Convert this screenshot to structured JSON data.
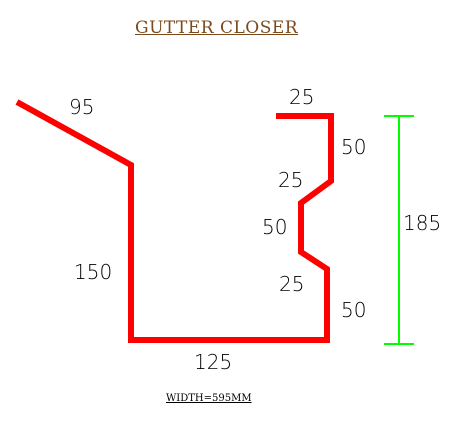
{
  "title": "GUTTER CLOSER",
  "footer": "WIDTH=595MM",
  "profile_color": "#ff0000",
  "overall_dimension_color": "#00ff00",
  "dimensions": {
    "top_flange_left": "95",
    "left_wall": "150",
    "bottom": "125",
    "right_bottom_wall": "50",
    "right_lower_slope": "25",
    "right_recess": "50",
    "right_upper_slope": "25",
    "right_top_wall": "50",
    "top_flange_right": "25",
    "overall_height": "185"
  }
}
